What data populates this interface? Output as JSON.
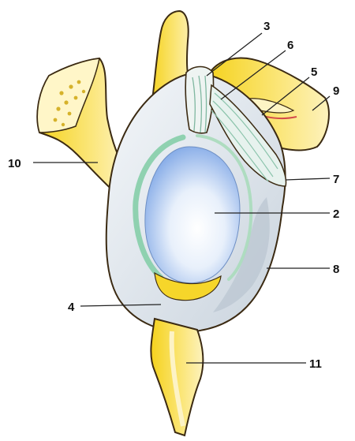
{
  "labels": {
    "l1": "3",
    "l2": "6",
    "l3": "5",
    "l4": "9",
    "l5": "10",
    "l6": "7",
    "l7": "2",
    "l8": "8",
    "l9": "4",
    "l10": "11"
  },
  "colors": {
    "bone": "#f7dc3c",
    "bone_light": "#fbeea0",
    "outline": "#3b2a12",
    "labrum": "#dfe6ec",
    "cartilage_blue": "#8fb4ea",
    "ligament_green": "#9ed6b6"
  }
}
